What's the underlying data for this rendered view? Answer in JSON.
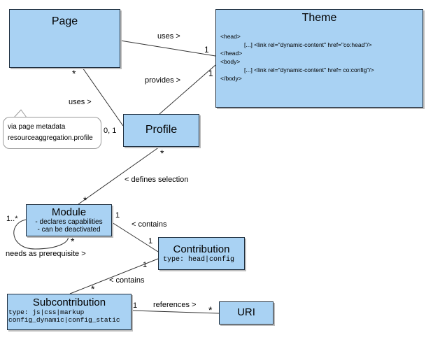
{
  "nodes": {
    "page": {
      "title": "Page"
    },
    "theme": {
      "title": "Theme",
      "lines": [
        "<head>",
        "[...] <link rel=\"dynamic-content\" href=\"co:head\"/>",
        "</head>",
        "<body>",
        "[...] <link rel=\"dynamic-content\" href= co:config\"/>",
        "</body>"
      ]
    },
    "profile": {
      "title": "Profile"
    },
    "module": {
      "title": "Module",
      "lines": [
        "- declares capabilities",
        "- can be deactivated"
      ]
    },
    "contribution": {
      "title": "Contribution",
      "type": "type: head|config"
    },
    "subcontribution": {
      "title": "Subcontribution",
      "type_lines": [
        "type: js|css|markup",
        "config_dynamic|config_static"
      ]
    },
    "uri": {
      "title": "URI"
    }
  },
  "relations": {
    "page_theme": {
      "label": "uses >",
      "mult_theme": "1"
    },
    "profile_theme": {
      "label": "provides >",
      "mult_theme": "1"
    },
    "page_profile": {
      "label": "uses >",
      "mult_page": "*",
      "mult_profile": "0, 1"
    },
    "profile_module": {
      "label": "< defines selection",
      "mult_profile": "*",
      "mult_module": "*"
    },
    "module_self": {
      "label": "needs as prerequisite >",
      "mult_a": "1..*",
      "mult_b": "*"
    },
    "module_contribution": {
      "label": "< contains",
      "mult_module": "1",
      "mult_contribution": "1"
    },
    "contribution_subcontribution": {
      "label": "< contains",
      "mult_contribution": "1",
      "mult_sub": "*"
    },
    "sub_uri": {
      "label": "references >",
      "mult_sub": "1",
      "mult_uri": "*"
    }
  },
  "callout": {
    "lines": [
      "via page metadata",
      "resourceaggregation.profile"
    ]
  },
  "colors": {
    "box_fill": "#a9d2f3",
    "box_border": "#1f2f3f",
    "line": "#333333"
  }
}
